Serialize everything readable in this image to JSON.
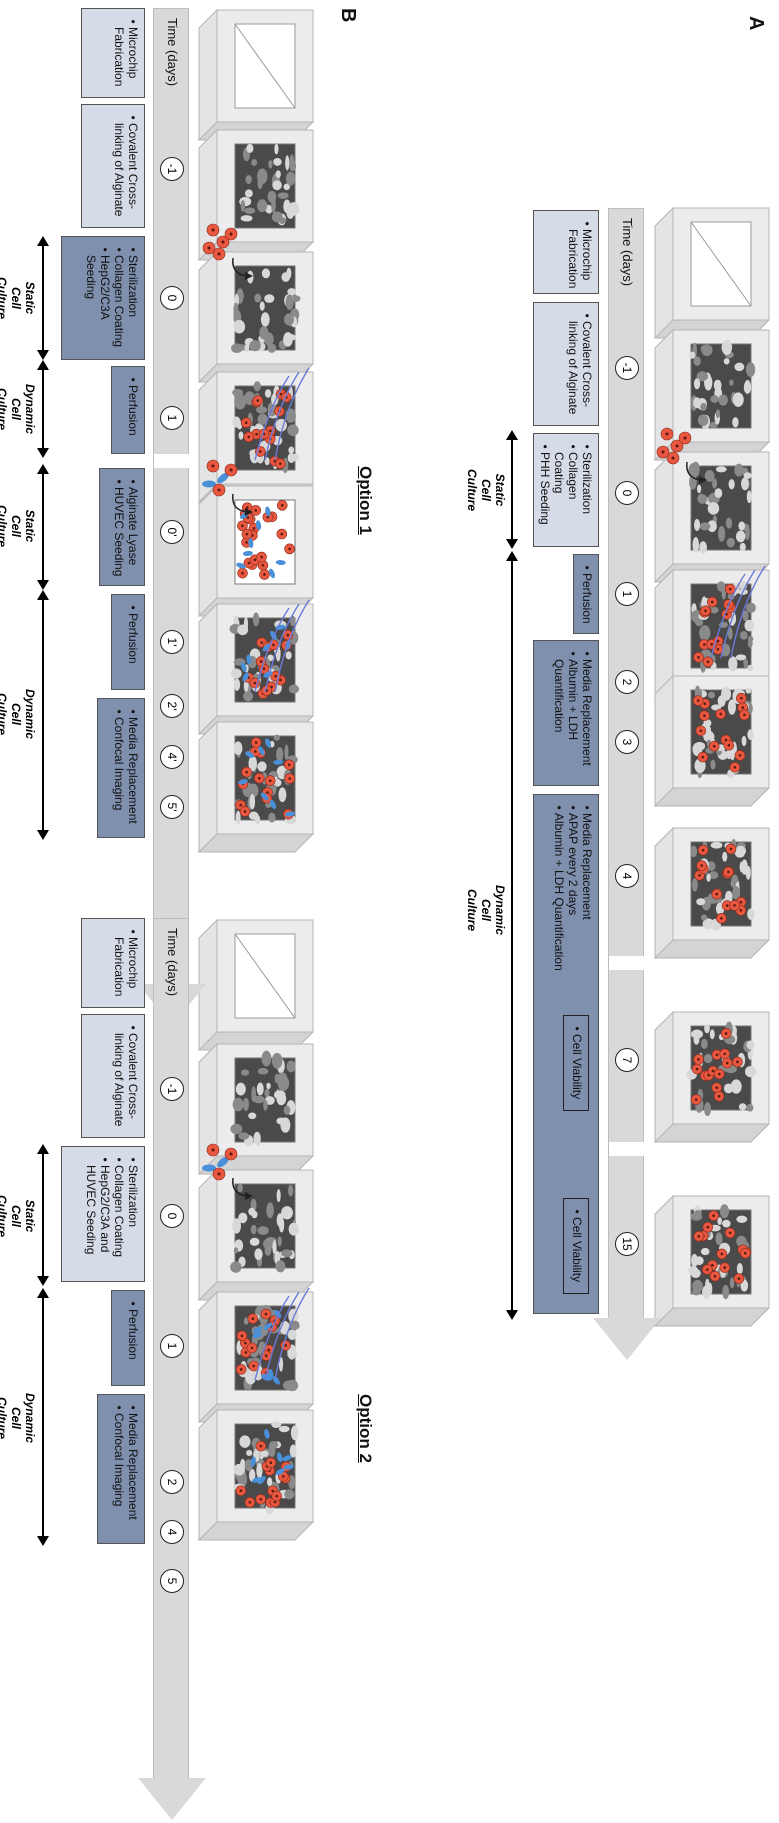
{
  "panel_a": {
    "letter": "A",
    "time_label": "Time (days)",
    "days": [
      "-1",
      "0",
      "1",
      "2",
      "3",
      "4",
      "7",
      "15"
    ],
    "boxes": {
      "microchip": "Microchip Fabrication",
      "crosslink": "Covalent Cross-linking of Alginate",
      "sterilization": "Sterilization",
      "collagen": "Collagen Coating",
      "phh": "PHH Seeding",
      "perfusion": "Perfusion",
      "media1": "Media Replacement",
      "albumin1": "Albumin + LDH Quantification",
      "media2": "Media Replacement",
      "apap": "APAP every 2 days",
      "albumin2": "Albumin + LDH Quantification",
      "viability1": "Cell Viability",
      "viability2": "Cell Viability"
    },
    "static_label": "Static Cell Culture",
    "dynamic_label": "Dynamic Cell Culture"
  },
  "panel_b": {
    "letter": "B",
    "option1": {
      "title": "Option 1",
      "time_label": "Time (days)",
      "days": [
        "-1",
        "0",
        "1",
        "0'",
        "1'",
        "2'",
        "4'",
        "5'"
      ],
      "boxes": {
        "microchip": "Microchip Fabrication",
        "crosslink": "Covalent Cross-linking of Alginate",
        "sterilization": "Sterilization",
        "collagen": "Collagen Coating",
        "hepg2": "HepG2/C3A Seeding",
        "perfusion1": "Perfusion",
        "lyase": "Alginate Lyase",
        "huvec": "HUVEC Seeding",
        "perfusion2": "Perfusion",
        "media": "Media Replacement",
        "confocal": "Confocal Imaging"
      },
      "static1": "Static Cell Culture",
      "dynamic1": "Dynamic Cell Culture",
      "static2": "Static Cell Culture",
      "dynamic2": "Dynamic Cell Culture"
    },
    "option2": {
      "title": "Option 2",
      "time_label": "Time (days)",
      "days": [
        "-1",
        "0",
        "1",
        "2",
        "4",
        "5"
      ],
      "boxes": {
        "microchip": "Microchip Fabrication",
        "crosslink": "Covalent Cross-linking of Alginate",
        "sterilization": "Sterilization",
        "collagen": "Collagen Coating",
        "hepg2": "HepG2/C3A and HUVEC Seeding",
        "perfusion": "Perfusion",
        "media": "Media Replacement",
        "confocal": "Confocal Imaging"
      },
      "static": "Static Cell Culture",
      "dynamic": "Dynamic Cell Culture"
    }
  },
  "colors": {
    "timeline": "#d9d9d9",
    "box_light": "#d6dce7",
    "box_dark": "#7f8fae",
    "hepatocyte": "#e8573f",
    "huvec": "#4a90d9",
    "perfusion_line": "#6b7bd9"
  }
}
